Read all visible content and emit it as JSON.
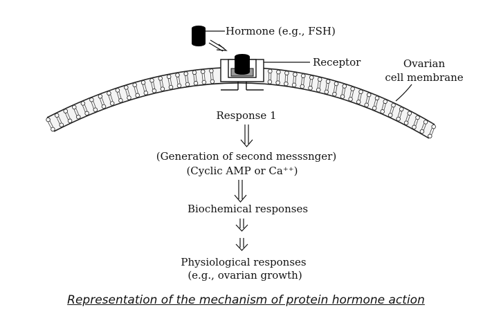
{
  "labels": {
    "hormone": "Hormone (e.g., FSH)",
    "receptor": "Receptor",
    "membrane_line1": "Ovarian",
    "membrane_line2": "cell membrane",
    "response1": "Response 1",
    "second_messenger_line1": "(Generation of second messsnger)",
    "second_messenger_line2": "(Cyclic AMP or Ca⁺⁺)",
    "biochemical": "Biochemical responses",
    "physiological_line1": "Physiological responses",
    "physiological_line2": "(e.g., ovarian growth)"
  },
  "caption": "Representation of the mechanism of  protein hormone action"
}
